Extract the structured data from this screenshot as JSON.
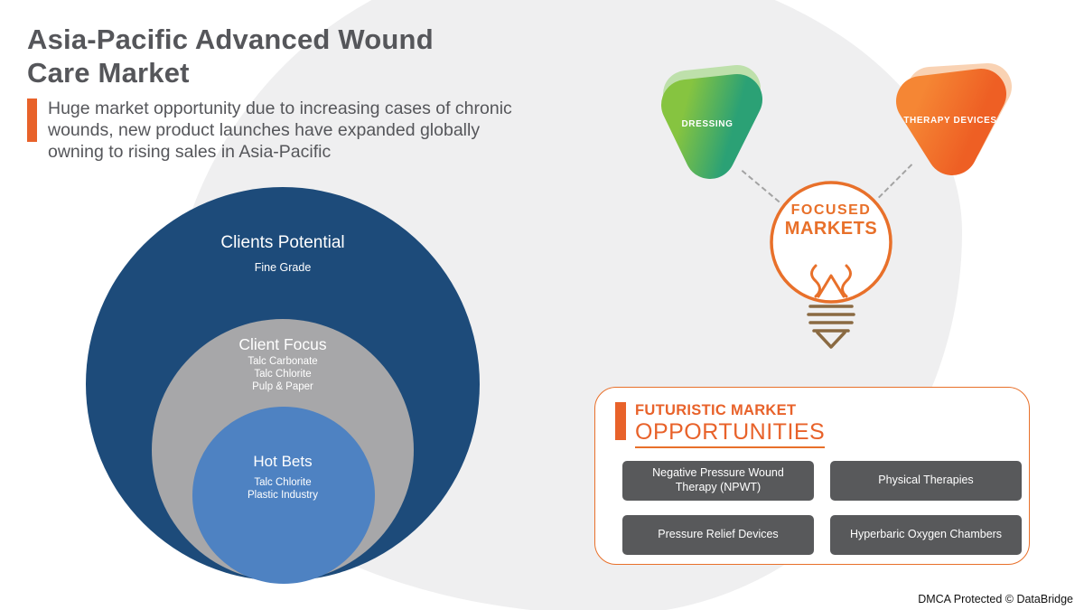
{
  "header": {
    "title": "Asia-Pacific Advanced Wound Care Market",
    "subtitle": "Huge market opportunity due to increasing cases of chronic wounds, new product launches have expanded globally owning to rising sales in Asia-Pacific"
  },
  "circles": {
    "outer": {
      "title": "Clients Potential",
      "items": [
        "Fine Grade"
      ]
    },
    "middle": {
      "title": "Client Focus",
      "items": [
        "Talc Carbonate",
        "Talc Chlorite",
        "Pulp & Paper"
      ]
    },
    "inner": {
      "title": "Hot Bets",
      "items": [
        "Talc Chlorite",
        "Plastic Industry"
      ]
    }
  },
  "focused_markets": {
    "blobs": [
      {
        "label": "DRESSING"
      },
      {
        "label": "THERAPY DEVICES"
      }
    ],
    "bulb": {
      "line1": "FOCUSED",
      "line2": "MARKETS"
    }
  },
  "opportunities": {
    "title_line1": "FUTURISTIC MARKET",
    "title_line2": "OPPORTUNITIES",
    "items": [
      "Negative Pressure Wound Therapy (NPWT)",
      "Physical Therapies",
      "Pressure Relief Devices",
      "Hyperbaric Oxygen Chambers"
    ]
  },
  "footer": {
    "dmca": "DMCA Protected © DataBridge"
  },
  "colors": {
    "accent_orange": "#e8622a",
    "dark_blue": "#1d4b7a",
    "gray_circle": "#a7a7a9",
    "light_blue": "#4e82c2",
    "chip_gray": "#58595b",
    "green_blob": "#57b663",
    "orange_blob": "#f26b26"
  }
}
